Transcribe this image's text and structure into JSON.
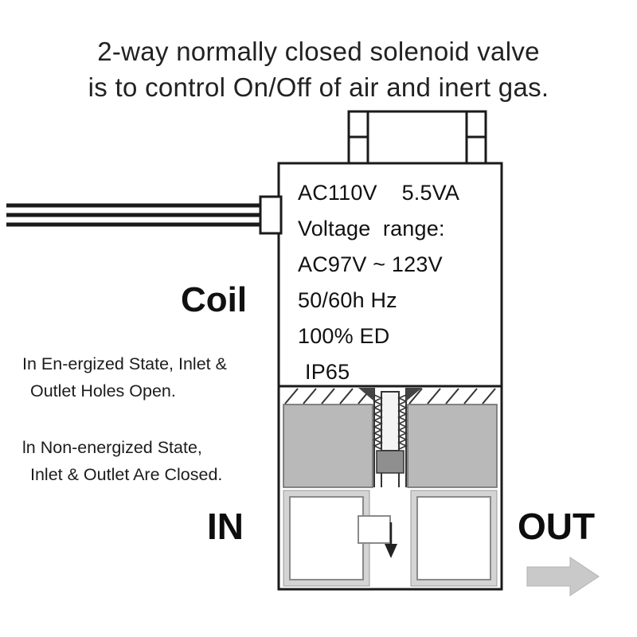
{
  "title": {
    "line1": "2-way normally closed solenoid valve",
    "line2": "is to control On/Off of air and inert gas."
  },
  "coil": {
    "label": "Coil",
    "specs": [
      "AC110V    5.5VA",
      "Voltage  range:",
      "AC97V ~ 123V",
      "50/60h Hz",
      "100% ED",
      "IP65"
    ]
  },
  "notes": {
    "energized": [
      "In En-ergized State, Inlet &",
      "Outlet Holes Open."
    ],
    "nonenergized": [
      "ln Non-energized State,",
      "Inlet & Outlet Are Closed."
    ]
  },
  "ports": {
    "in_label": "IN",
    "out_label": "OUT"
  },
  "colors": {
    "line": "#1a1a1a",
    "metal_gray": "#b9b9b9",
    "seal_gray": "#8f8f8f",
    "port_frame_gray": "#d4d4d4",
    "arrow_gray": "#c9c9c9"
  }
}
